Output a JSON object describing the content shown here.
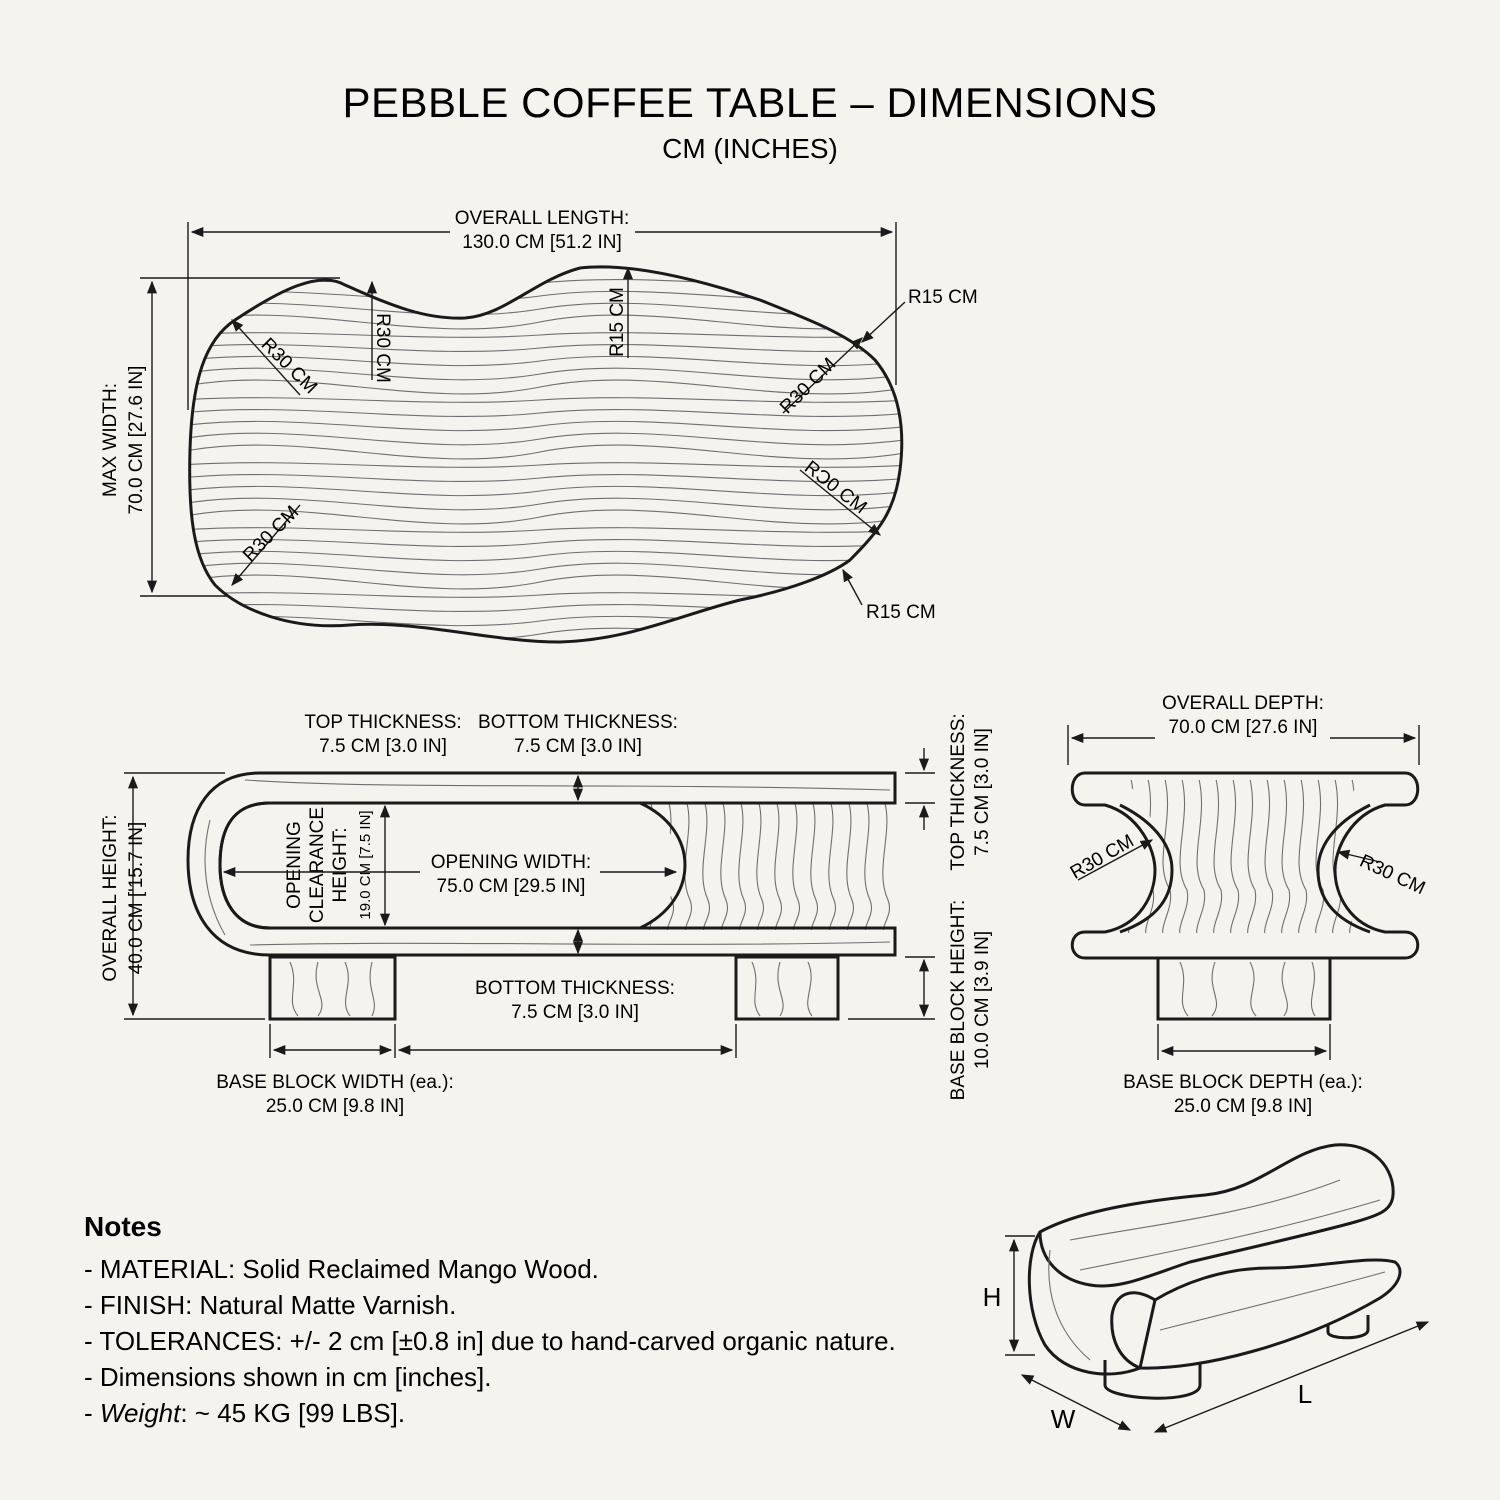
{
  "header": {
    "title": "PEBBLE COFFEE TABLE – DIMENSIONS",
    "subtitle": "CM (INCHES)"
  },
  "top_view": {
    "overall_length_label": "OVERALL LENGTH:",
    "overall_length_value": "130.0 CM [51.2 IN]",
    "max_width_label": "MAX WIDTH:",
    "max_width_value": "70.0 CM [27.6 IN]",
    "radius_r15_top_right": "R15 CM",
    "radius_r15_bottom_right": "R15 CM",
    "radius_r15_center": "R15 CM",
    "radius_r30_top_left": "R30 CM",
    "radius_r30_center_left": "R30 CM",
    "radius_r30_right_upper": "R30 CM",
    "radius_r30_right_lower": "RƆ0 CM",
    "radius_r30_bottom_left": "R30 CM"
  },
  "front_view": {
    "top_thickness_label": "TOP THICKNESS:",
    "top_thickness_value": "7.5 CM [3.0 IN]",
    "bottom_thickness_label_top": "BOTTOM THICKNESS:",
    "bottom_thickness_value_top": "7.5 CM [3.0 IN]",
    "overall_height_label": "OVERALL HEIGHT:",
    "overall_height_value": "40.0 CM ['15.7 IN]",
    "opening_clearance_line1": "OPENING",
    "opening_clearance_line2": "CLEARANCE",
    "opening_clearance_line3": "HEIGHT:",
    "opening_clearance_value": "19.0 CM [7.5 IN]",
    "opening_width_label": "OPENING WIDTH:",
    "opening_width_value": "75.0 CM [29.5 IN]",
    "bottom_thickness_label": "BOTTOM THICKNESS:",
    "bottom_thickness_value": "7.5 CM [3.0 IN]",
    "base_block_width_label": "BASE BLOCK WIDTH (ea.):",
    "base_block_width_value": "25.0 CM [9.8 IN]",
    "right_top_thickness_label": "TOP THICKNESS:",
    "right_top_thickness_value": "7.5 CM [3.0 IN]",
    "base_block_height_label": "BASE BLOCK HEIGHT:",
    "base_block_height_value": "10.0 CM [3.9 IN]"
  },
  "side_view": {
    "overall_depth_label": "OVERALL DEPTH:",
    "overall_depth_value": "70.0 CM [27.6 IN]",
    "radius_left": "R30 CM",
    "radius_right": "R30 CM",
    "base_block_depth_label": "BASE BLOCK DEPTH (ea.):",
    "base_block_depth_value": "25.0 CM [9.8 IN]"
  },
  "notes": {
    "heading": "Notes",
    "material": "- MATERIAL: Solid Reclaimed Mango Wood.",
    "finish": "- FINISH: Natural Matte Varnish.",
    "tolerances": "- TOLERANCES: +/- 2 cm [±0.8 in] due to hand-carved organic nature.",
    "units": "- Dimensions shown in cm [inches].",
    "weight_prefix": "- ",
    "weight_label": "Weight",
    "weight_value": ": ~ 45 KG [99 LBS]."
  },
  "iso_view": {
    "h_label": "H",
    "w_label": "W",
    "l_label": "L"
  }
}
